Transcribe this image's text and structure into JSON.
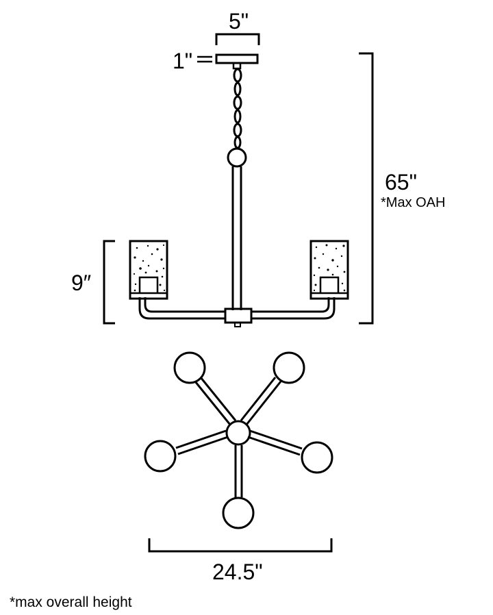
{
  "dimensions": {
    "canopy_width": "5\"",
    "canopy_height": "1\"",
    "overall_height": "65\"",
    "overall_height_note": "*Max OAH",
    "shade_height": "9″",
    "diameter": "24.5\""
  },
  "footnote": "*max overall height",
  "colors": {
    "line": "#000000",
    "background": "#ffffff"
  }
}
